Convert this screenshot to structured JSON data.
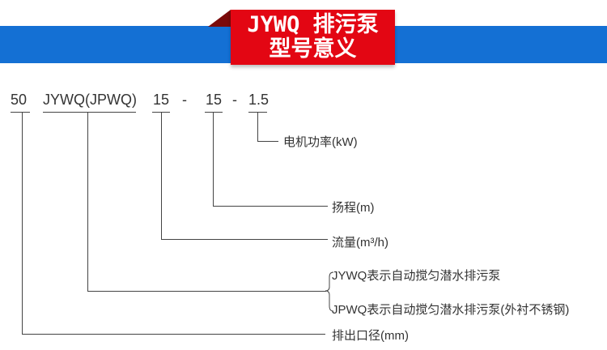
{
  "banner": {
    "line1": "JYWQ 排污泵",
    "line2": "型号意义"
  },
  "code": {
    "size": "50",
    "model": "JYWQ(JPWQ)",
    "flow": "15",
    "dash1": "-",
    "head": "15",
    "dash2": "-",
    "power": "1.5"
  },
  "labels": {
    "power": "电机功率(kW)",
    "head": "扬程(m)",
    "flow": "流量(m³/h)",
    "jywq": "JYWQ表示自动搅匀潜水排污泵",
    "jpwq": "JPWQ表示自动搅匀潜水排污泵(外衬不锈钢)",
    "outlet": "排出口径(mm)"
  },
  "colors": {
    "band": "#1470d4",
    "banner": "#e30613"
  }
}
